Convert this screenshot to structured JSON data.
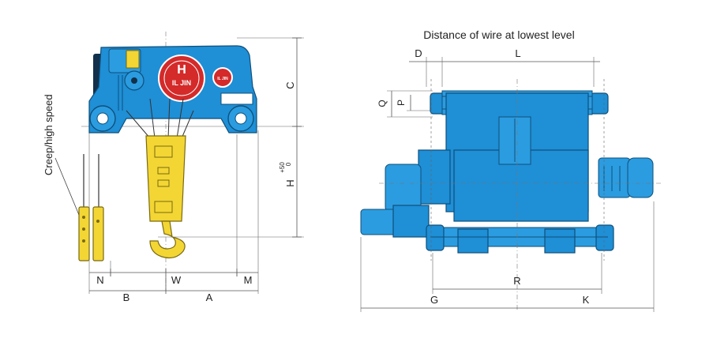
{
  "labels": {
    "title": "Distance of wire at lowest level",
    "creep_speed": "Creep/high speed",
    "C": "C",
    "H": "H",
    "H_tol_plus": "+50",
    "H_tol_zero": "0",
    "N": "N",
    "W": "W",
    "M": "M",
    "B": "B",
    "A": "A",
    "D": "D",
    "L": "L",
    "Q": "Q",
    "P": "P",
    "R": "R",
    "G": "G",
    "K": "K",
    "logo_letter": "H",
    "logo_text": "IL JIN",
    "logo_small": "IL JIN"
  },
  "colors": {
    "body_blue": "#1f8fd6",
    "hook_yellow": "#f3d634",
    "logo_red": "#d42a2a"
  },
  "icons": {
    "hoist_side_view": "side-view-hoist-drawing",
    "hoist_top_view": "top-view-hoist-drawing",
    "pendant": "pendant-control-drawing"
  }
}
